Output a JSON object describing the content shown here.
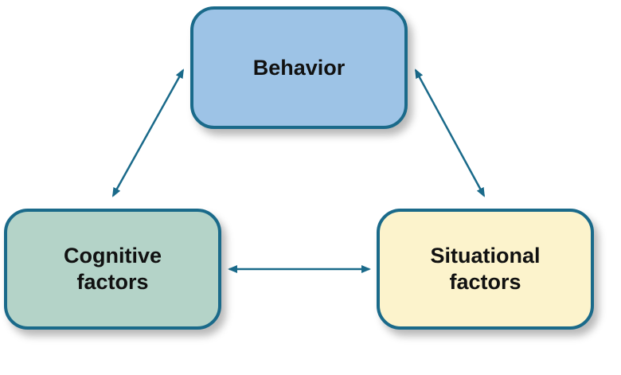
{
  "nodes": {
    "behavior": {
      "lines": [
        "Behavior"
      ],
      "fill": "#9dc3e6"
    },
    "cognitive": {
      "lines": [
        "Cognitive",
        "factors"
      ],
      "fill": "#b4d3c8"
    },
    "situational": {
      "lines": [
        "Situational",
        "factors"
      ],
      "fill": "#fcf3cc"
    }
  },
  "colors": {
    "border": "#1a6a8a",
    "arrow": "#1a6a8a"
  },
  "edges": [
    {
      "from": "behavior",
      "to": "cognitive",
      "bidirectional": true
    },
    {
      "from": "behavior",
      "to": "situational",
      "bidirectional": true
    },
    {
      "from": "cognitive",
      "to": "situational",
      "bidirectional": true
    }
  ]
}
